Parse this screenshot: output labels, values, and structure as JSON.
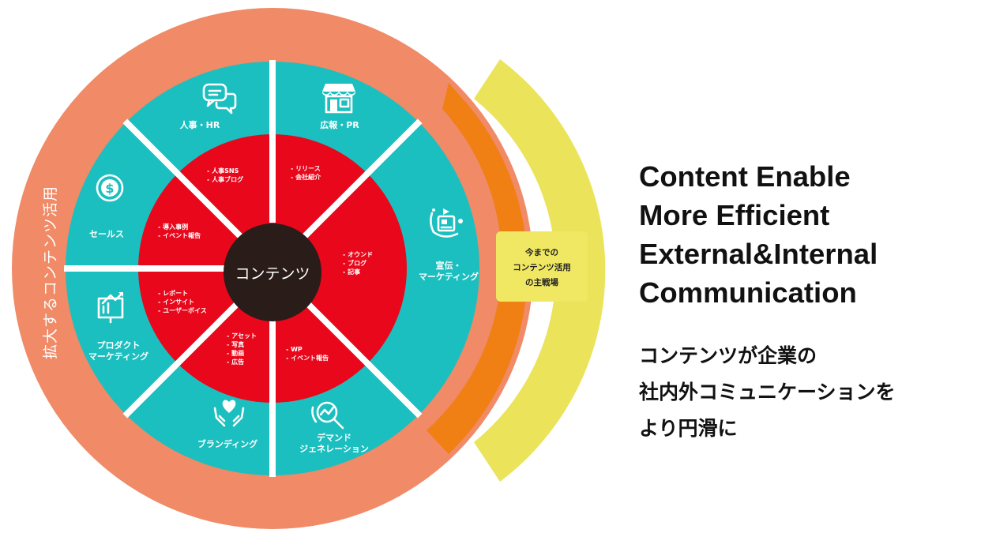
{
  "diagram": {
    "center_label": "コンテンツ",
    "outer_ring_label": "拡大するコンテンツ活用",
    "callout_lines": [
      "今までの",
      "コンテンツ活用",
      "の主戦場"
    ],
    "segments": [
      {
        "lines": [
          "人事・HR"
        ],
        "icon": "chat-bubbles-icon",
        "items": [
          "- 人事SNS",
          "- 人事ブログ"
        ]
      },
      {
        "lines": [
          "広報・PR"
        ],
        "icon": "storefront-icon",
        "items": [
          "- リリース",
          "- 会社紹介"
        ]
      },
      {
        "lines": [
          "宣伝・",
          "マーケティング"
        ],
        "icon": "ad-monitor-icon",
        "items": [
          "- オウンド",
          "- ブログ",
          "- 記事"
        ]
      },
      {
        "lines": [
          "デマンド",
          "ジェネレーション"
        ],
        "icon": "analytics-magnifier-icon",
        "items": [
          "- WP",
          "- イベント報告"
        ]
      },
      {
        "lines": [
          "ブランディング"
        ],
        "icon": "heart-hands-icon",
        "items": [
          "- アセット",
          "- 写真",
          "- 動画",
          "- 広告"
        ]
      },
      {
        "lines": [
          "プロダクト",
          "マーケティング"
        ],
        "icon": "growth-board-icon",
        "items": [
          "- レポート",
          "- インサイト",
          "- ユーザーボイス"
        ]
      },
      {
        "lines": [
          "セールス"
        ],
        "icon": "dollar-coin-icon",
        "items": [
          "- 導入事例",
          "- イベント報告"
        ]
      }
    ],
    "colors": {
      "outer_ring": "#f08a67",
      "yellow_arc": "#ebe35a",
      "orange_arc": "#ef7f10",
      "teal": "#1cbfbf",
      "red": "#e8071b",
      "center": "#2a1c18",
      "callout": "#f0e863"
    }
  },
  "headline": [
    "Content Enable",
    "More Efficient",
    "External&Internal",
    "Communication"
  ],
  "subline": [
    "コンテンツが企業の",
    "社内外コミュニケーションを",
    "より円滑に"
  ]
}
